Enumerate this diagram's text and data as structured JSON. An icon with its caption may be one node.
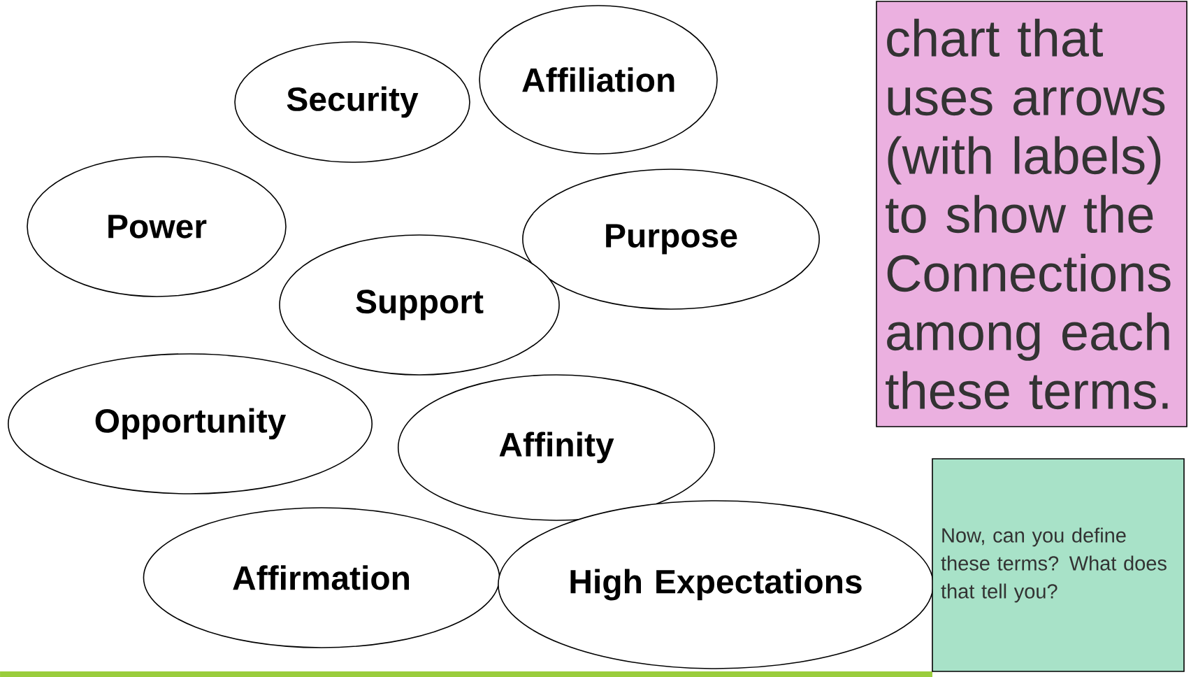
{
  "diagram": {
    "nodes": [
      {
        "text": [
          "Affiliation"
        ]
      },
      {
        "text": [
          "Security"
        ]
      },
      {
        "text": [
          "Power"
        ]
      },
      {
        "text": [
          "Purpose"
        ]
      },
      {
        "text": [
          "Support"
        ]
      },
      {
        "text": [
          "Opportunity"
        ]
      },
      {
        "text": [
          "Affinity"
        ]
      },
      {
        "text": [
          "Affirmation"
        ]
      },
      {
        "text": [
          "High Expectations"
        ]
      },
      {
        "text": [
          "chart that uses arrows (with labels) to show the Connections among each these terms."
        ]
      },
      {
        "text": [
          "Now, can you define these terms?    What does that tell you?"
        ]
      }
    ]
  }
}
